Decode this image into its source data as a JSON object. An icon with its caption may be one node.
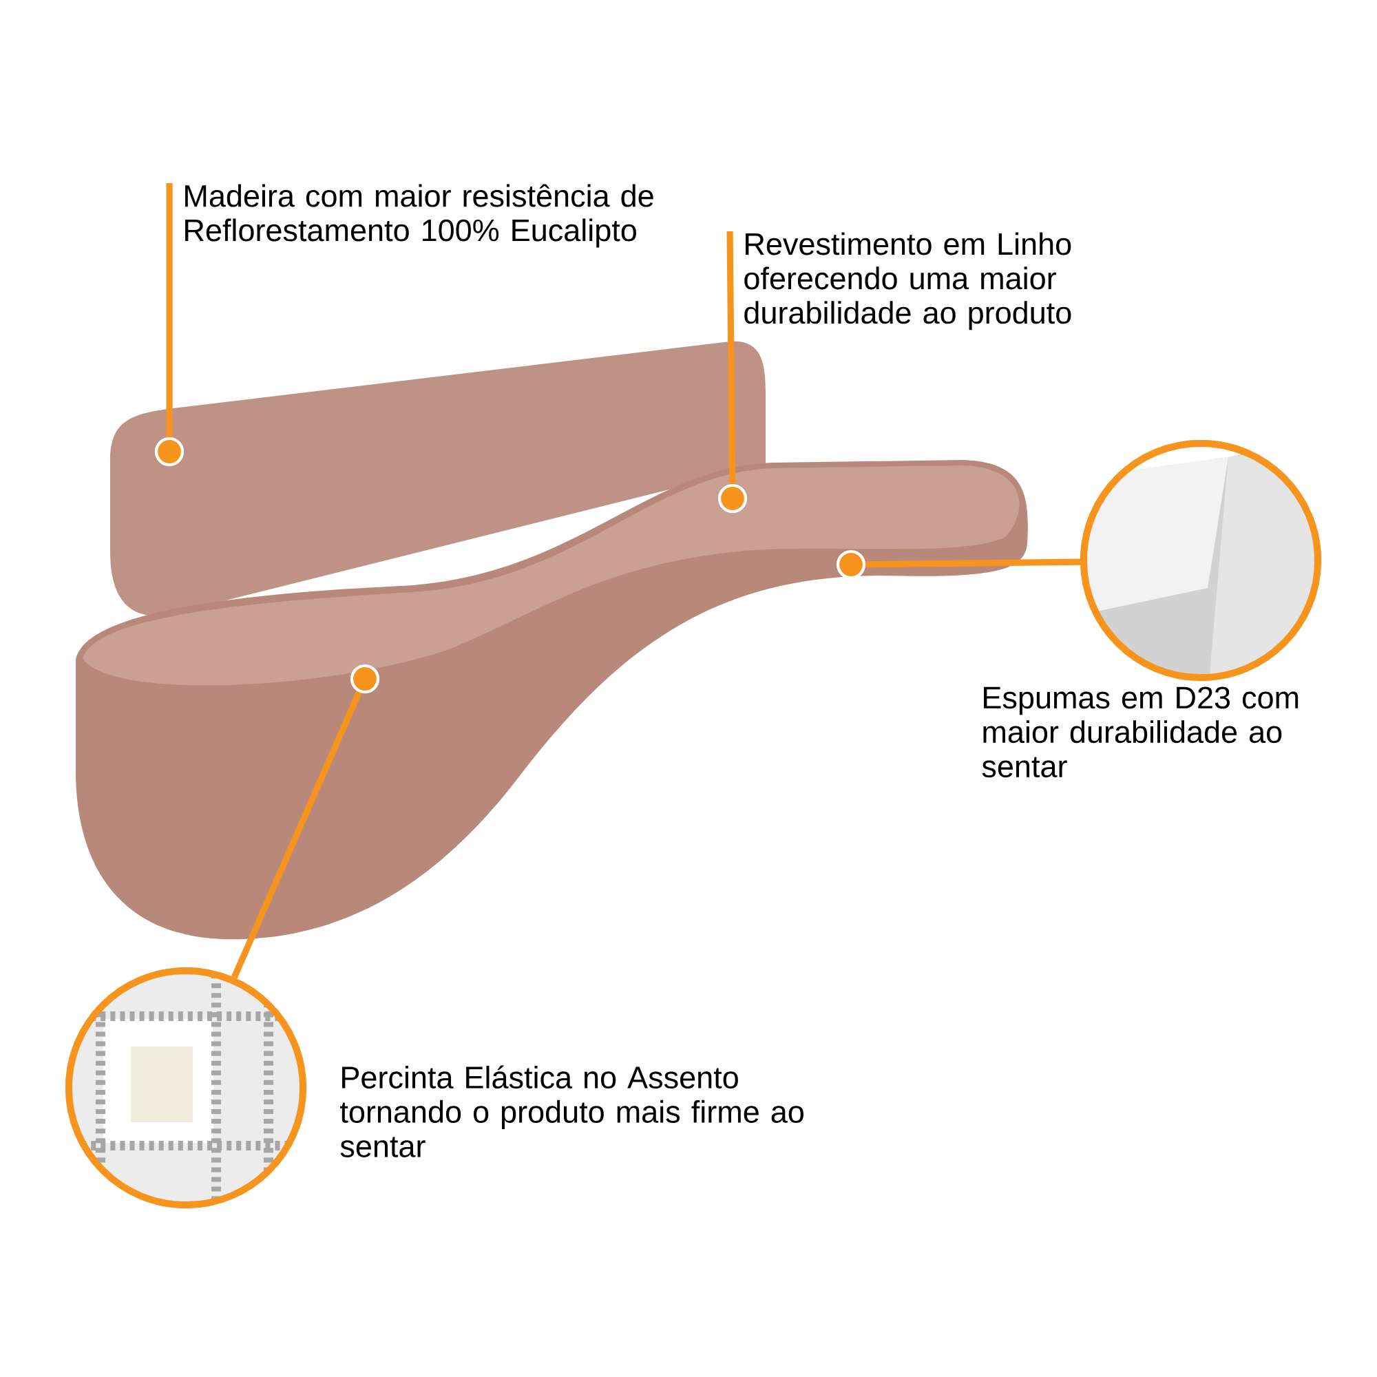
{
  "diagram": {
    "nodes": [
      {
        "text": [
          "Madeira com maior resistência de Reflorestamento 100% Eucalipto"
        ]
      },
      {
        "text": [],
        "shape": "circle"
      },
      {
        "text": [
          "Revestimento em Linho oferecendo uma maior durabilidade ao produto"
        ]
      },
      {
        "text": [],
        "shape": "circle"
      },
      {
        "text": [],
        "shape": "circle"
      },
      {
        "text": [],
        "shape": "picture",
        "beside": [
          "Espumas em D23 com maior durabilidade ao sentar"
        ]
      },
      {
        "text": [],
        "shape": "circle"
      },
      {
        "text": [],
        "shape": "picture",
        "beside": [
          "Percinta Elástica no Assento tornando o produto mais firme ao sentar"
        ]
      }
    ],
    "edges": [
      {
        "from": 0,
        "to": 1,
        "arrow": "none"
      },
      {
        "from": 2,
        "to": 3,
        "arrow": "none"
      },
      {
        "from": 4,
        "to": 5,
        "arrow": "none"
      },
      {
        "from": 6,
        "to": 7,
        "arrow": "none"
      }
    ]
  }
}
